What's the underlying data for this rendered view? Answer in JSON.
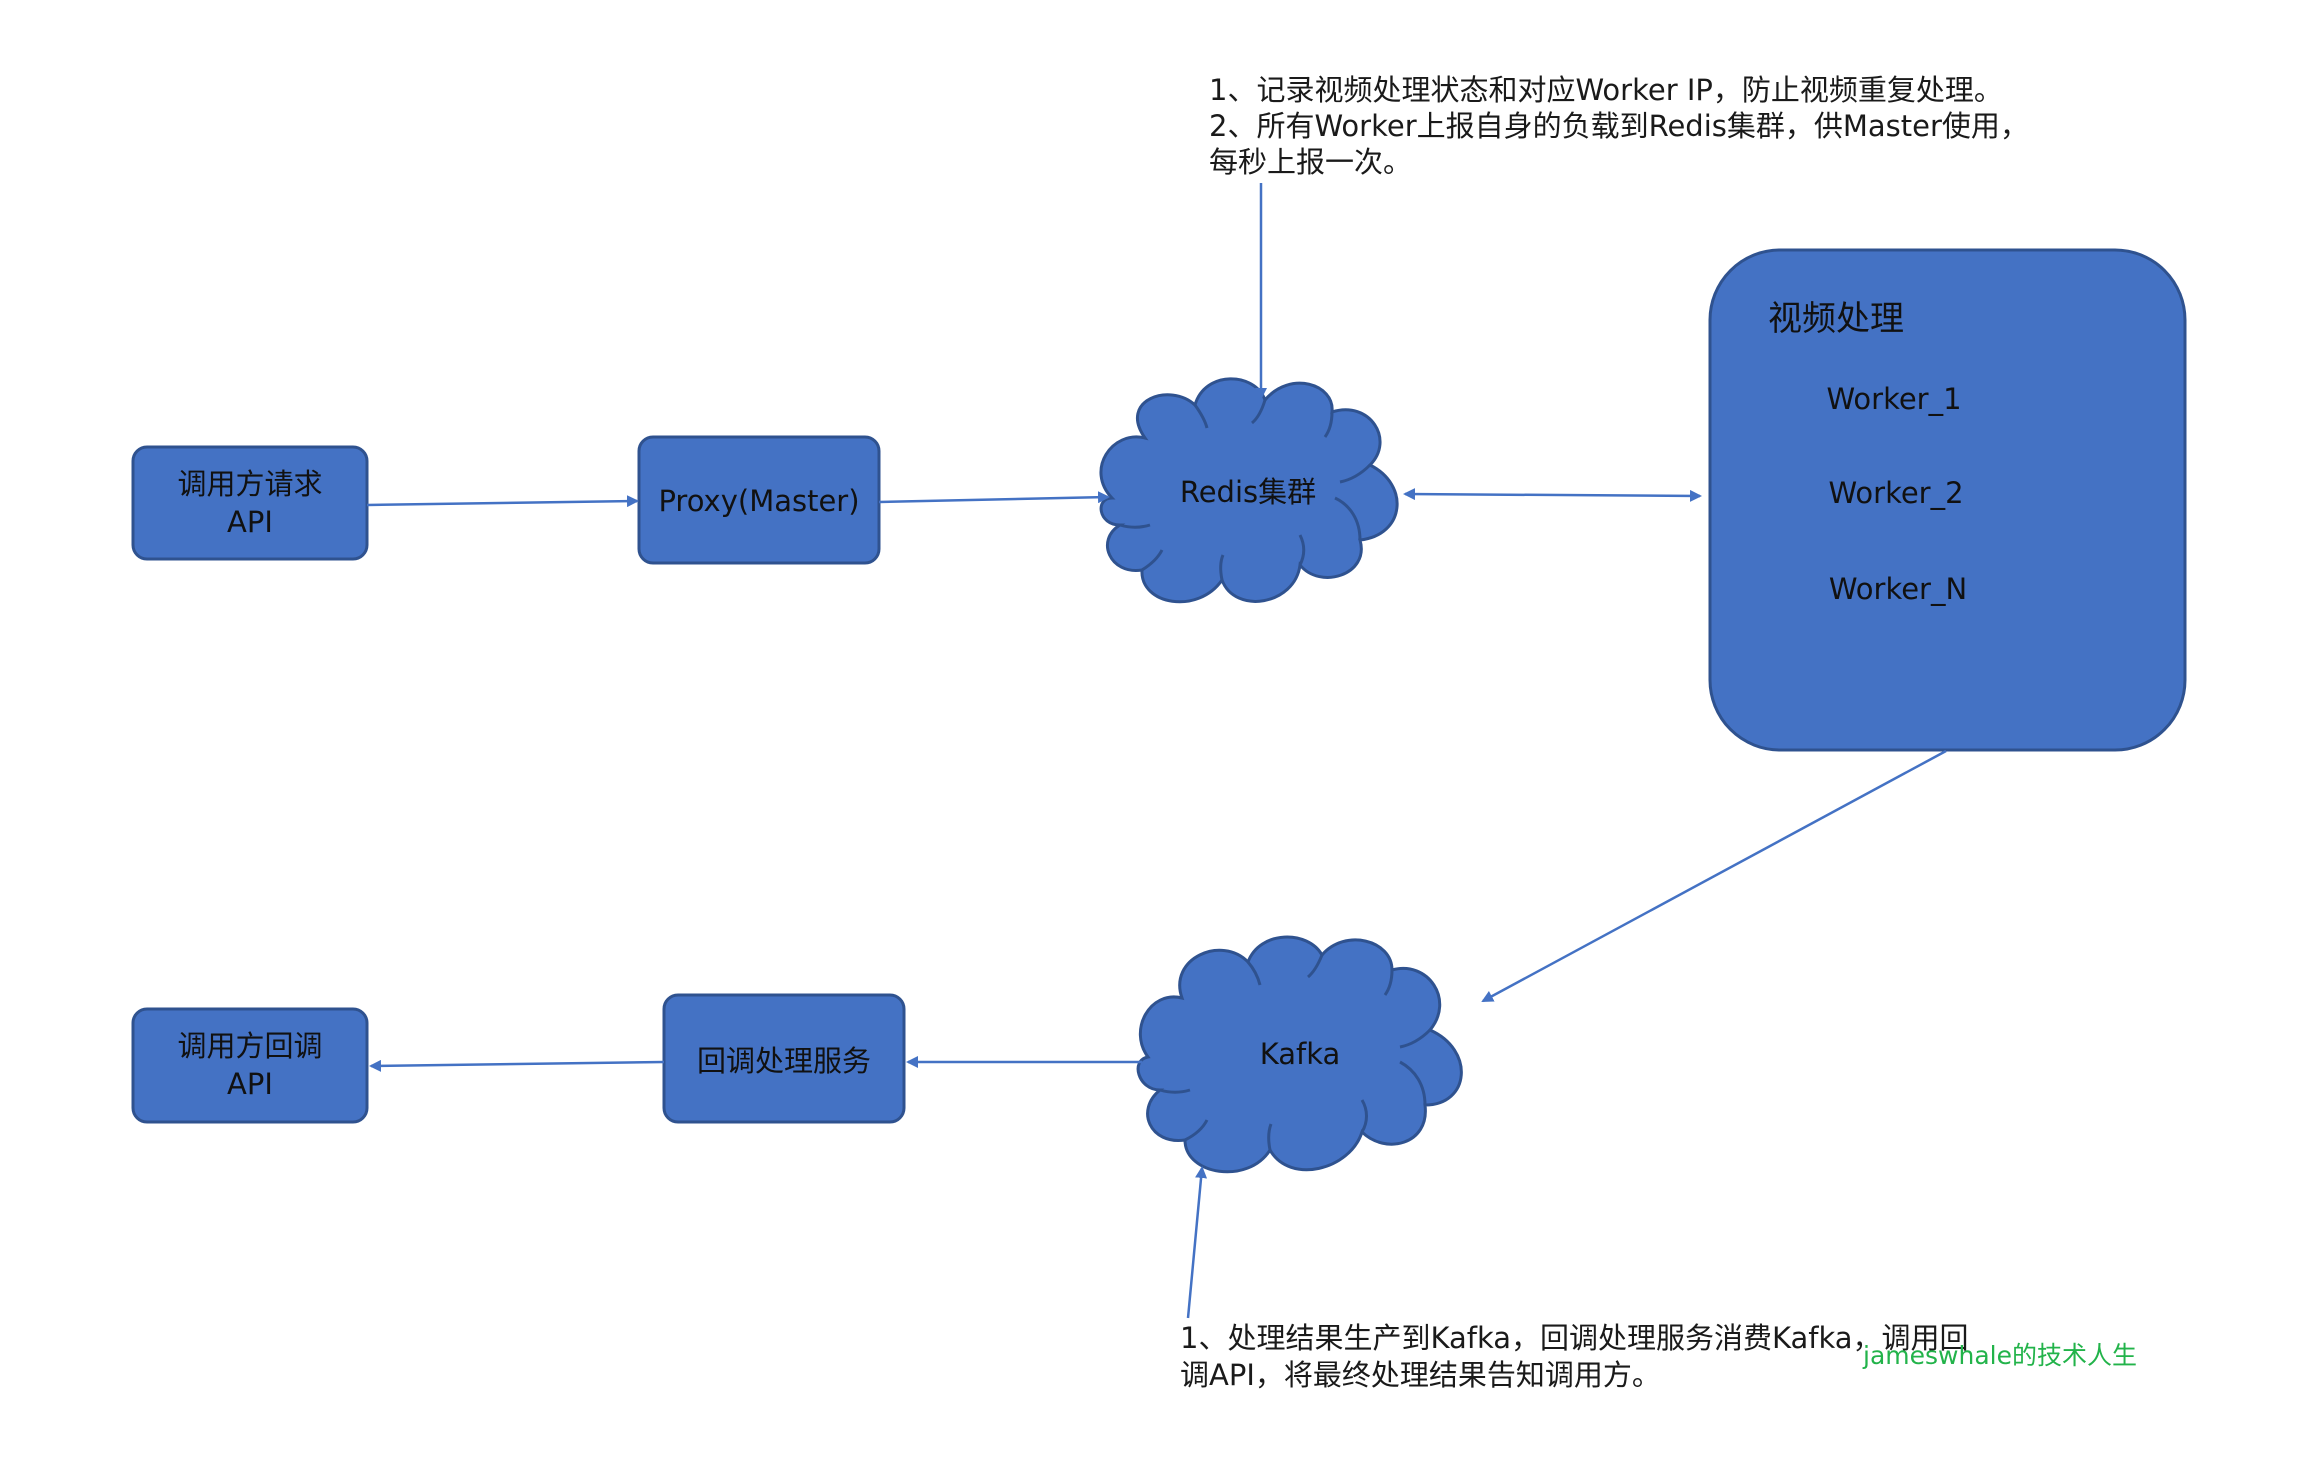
{
  "nodes": {
    "caller_request": {
      "line1": "调用方请求",
      "line2": "API"
    },
    "proxy": {
      "label": "Proxy(Master)"
    },
    "redis": {
      "label": "Redis集群"
    },
    "video": {
      "title": "视频处理",
      "workers": [
        "Worker_1",
        "Worker_2",
        "Worker_N"
      ]
    },
    "kafka": {
      "label": "Kafka"
    },
    "callback_service": {
      "label": "回调处理服务"
    },
    "caller_callback": {
      "line1": "调用方回调",
      "line2": "API"
    }
  },
  "notes": {
    "redis_note": [
      "1、记录视频处理状态和对应Worker IP，防止视频重复处理。",
      "2、所有Worker上报自身的负载到Redis集群，供Master使用，",
      "每秒上报一次。"
    ],
    "kafka_note": [
      "1、处理结果生产到Kafka，回调处理服务消费Kafka，调用回",
      "调API，将最终处理结果告知调用方。"
    ]
  },
  "watermark": "jameswhale的技术人生",
  "colors": {
    "node_fill": "#4472c4",
    "node_stroke": "#2f528f",
    "arrow": "#4472c4",
    "watermark": "#22b34a"
  }
}
